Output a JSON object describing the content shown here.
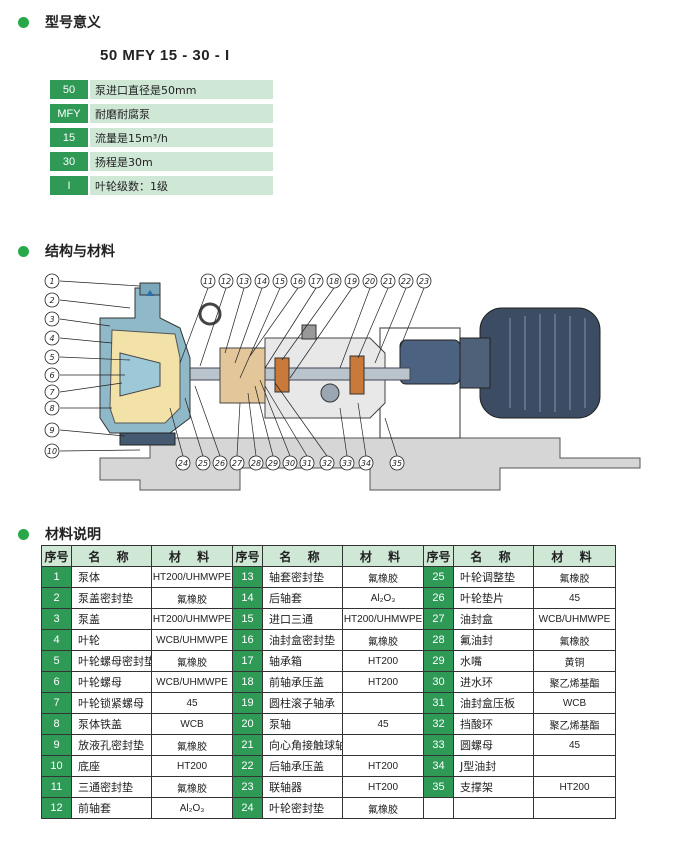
{
  "section1": {
    "title": "型号意义"
  },
  "model": "50 MFY 15 - 30 - I",
  "codes": [
    {
      "key": "50",
      "desc": "泵进口直径是50mm"
    },
    {
      "key": "MFY",
      "desc": "耐磨耐腐泵"
    },
    {
      "key": "15",
      "desc": "流量是15m³/h"
    },
    {
      "key": "30",
      "desc": "扬程是30m"
    },
    {
      "key": "I",
      "desc": "叶轮级数：1级"
    }
  ],
  "section2": {
    "title": "结构与材料"
  },
  "callouts_left": [
    "1",
    "2",
    "3",
    "4",
    "5",
    "6",
    "7",
    "8",
    "9",
    "10"
  ],
  "callouts_top": [
    "11",
    "12",
    "13",
    "14",
    "15",
    "16",
    "17",
    "18",
    "19",
    "20",
    "21",
    "22",
    "23"
  ],
  "callouts_bottom": [
    "24",
    "25",
    "26",
    "27",
    "28",
    "29",
    "30",
    "31",
    "32",
    "33",
    "34",
    "35"
  ],
  "section3": {
    "title": "材料说明"
  },
  "table": {
    "headers": [
      "序号",
      "名 称",
      "材 料"
    ],
    "columns": [
      [
        {
          "no": "1",
          "name": "泵体",
          "mat": "HT200/UHMWPE"
        },
        {
          "no": "2",
          "name": "泵盖密封垫",
          "mat": "氟橡胶"
        },
        {
          "no": "3",
          "name": "泵盖",
          "mat": "HT200/UHMWPE"
        },
        {
          "no": "4",
          "name": "叶轮",
          "mat": "WCB/UHMWPE"
        },
        {
          "no": "5",
          "name": "叶轮螺母密封垫",
          "mat": "氟橡胶"
        },
        {
          "no": "6",
          "name": "叶轮螺母",
          "mat": "WCB/UHMWPE"
        },
        {
          "no": "7",
          "name": "叶轮锁紧螺母",
          "mat": "45"
        },
        {
          "no": "8",
          "name": "泵体铁盖",
          "mat": "WCB"
        },
        {
          "no": "9",
          "name": "放液孔密封垫",
          "mat": "氟橡胶"
        },
        {
          "no": "10",
          "name": "底座",
          "mat": "HT200"
        },
        {
          "no": "11",
          "name": "三通密封垫",
          "mat": "氟橡胶"
        },
        {
          "no": "12",
          "name": "前轴套",
          "mat": "Al₂O₃"
        }
      ],
      [
        {
          "no": "13",
          "name": "轴套密封垫",
          "mat": "氟橡胶"
        },
        {
          "no": "14",
          "name": "后轴套",
          "mat": "Al₂O₃"
        },
        {
          "no": "15",
          "name": "进口三通",
          "mat": "HT200/UHMWPE"
        },
        {
          "no": "16",
          "name": "油封盒密封垫",
          "mat": "氟橡胶"
        },
        {
          "no": "17",
          "name": "轴承箱",
          "mat": "HT200"
        },
        {
          "no": "18",
          "name": "前轴承压盖",
          "mat": "HT200"
        },
        {
          "no": "19",
          "name": "圆柱滚子轴承",
          "mat": ""
        },
        {
          "no": "20",
          "name": "泵轴",
          "mat": "45"
        },
        {
          "no": "21",
          "name": "向心角接触球轴承",
          "mat": ""
        },
        {
          "no": "22",
          "name": "后轴承压盖",
          "mat": "HT200"
        },
        {
          "no": "23",
          "name": "联轴器",
          "mat": "HT200"
        },
        {
          "no": "24",
          "name": "叶轮密封垫",
          "mat": "氟橡胶"
        }
      ],
      [
        {
          "no": "25",
          "name": "叶轮调整垫",
          "mat": "氟橡胶"
        },
        {
          "no": "26",
          "name": "叶轮垫片",
          "mat": "45"
        },
        {
          "no": "27",
          "name": "油封盒",
          "mat": "WCB/UHMWPE"
        },
        {
          "no": "28",
          "name": "氟油封",
          "mat": "氟橡胶"
        },
        {
          "no": "29",
          "name": "水嘴",
          "mat": "黄铜"
        },
        {
          "no": "30",
          "name": "进水环",
          "mat": "聚乙烯基酯"
        },
        {
          "no": "31",
          "name": "油封盒压板",
          "mat": "WCB"
        },
        {
          "no": "32",
          "name": "挡酸环",
          "mat": "聚乙烯基酯"
        },
        {
          "no": "33",
          "name": "圆螺母",
          "mat": "45"
        },
        {
          "no": "34",
          "name": "J型油封",
          "mat": ""
        },
        {
          "no": "35",
          "name": "支撑架",
          "mat": "HT200"
        },
        {
          "no": "",
          "name": "",
          "mat": ""
        }
      ]
    ]
  },
  "colors": {
    "accent": "#2e9a56",
    "light": "#cfe8d6",
    "dot": "#29a84a"
  }
}
